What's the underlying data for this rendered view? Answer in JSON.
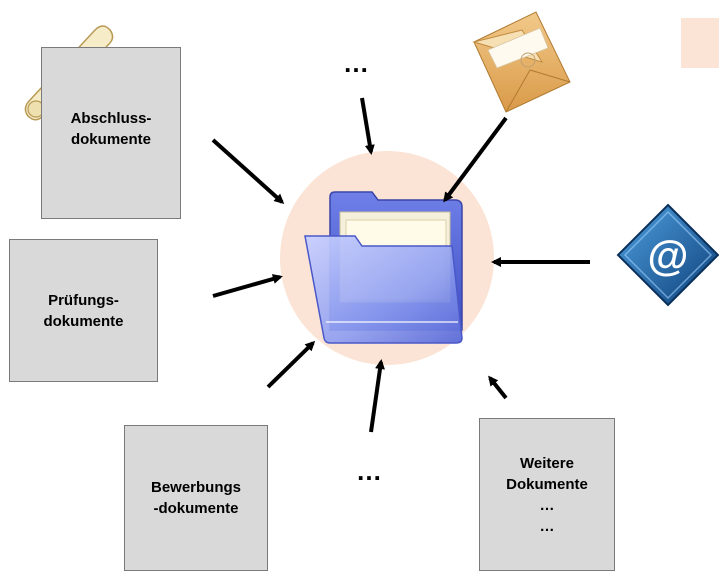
{
  "boxes": {
    "abschluss": "Abschluss-\ndokumente",
    "pruefung": "Prüfungs-\ndokumente",
    "bewerbung": "Bewerbungs\n-dokumente",
    "weitere": "Weitere\nDokumente\n…\n…"
  },
  "ellipsis_top": "…",
  "ellipsis_bottom": "…",
  "icons": {
    "center": "folder-icon",
    "top_right": "envelope-icon",
    "right": "email-at-icon",
    "top_left": "diploma-scroll-icon"
  },
  "colors": {
    "circle": "#fbe4d5",
    "box": "#d9d9d9",
    "arrow": "#000000",
    "folder": "#6a7fe0",
    "email_badge": "#1b5e9c",
    "envelope": "#e8b46a",
    "ribbon": "#d0202a"
  }
}
